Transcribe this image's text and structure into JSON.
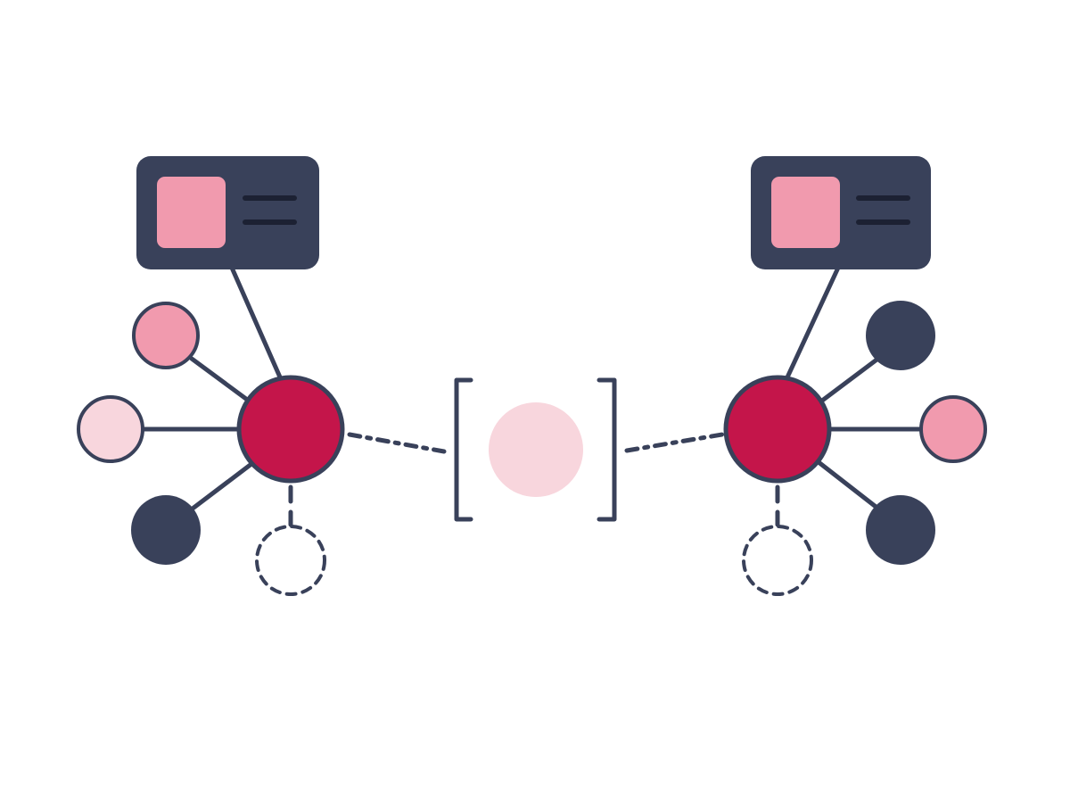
{
  "colors": {
    "navy": "#39415a",
    "ink": "#1c2133",
    "crimson": "#c4154a",
    "pink": "#f19aae",
    "light": "#f8d6dd"
  },
  "diagram": {
    "left_network": {
      "card": {
        "icon": "profile-card-icon"
      },
      "hub_color": "crimson",
      "leaves": [
        "pink",
        "light",
        "navy"
      ],
      "placeholder": "dashed-empty-node"
    },
    "right_network": {
      "card": {
        "icon": "profile-card-icon"
      },
      "hub_color": "crimson",
      "leaves": [
        "navy",
        "pink",
        "navy"
      ],
      "placeholder": "dashed-empty-node"
    },
    "bridge": {
      "icon": "bracketed-node-icon",
      "node_color": "light"
    }
  }
}
